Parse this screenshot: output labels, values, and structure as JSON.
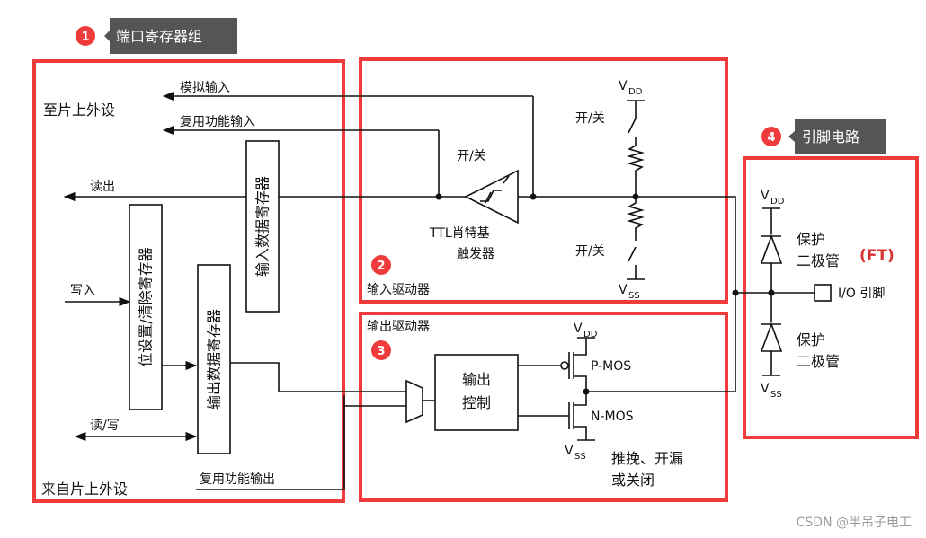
{
  "callouts": {
    "c1": {
      "num": "1",
      "label": "端口寄存器组"
    },
    "c2": {
      "num": "2"
    },
    "c3": {
      "num": "3"
    },
    "c4": {
      "num": "4",
      "label": "引脚电路"
    }
  },
  "labels": {
    "to_peripheral": "至片上外设",
    "analog_in": "模拟输入",
    "af_in": "复用功能输入",
    "read_out": "读出",
    "write_in": "写入",
    "read_write": "读/写",
    "from_peripheral": "来自片上外设",
    "af_out": "复用功能输出",
    "input_data_reg": "输入数据寄存器",
    "bit_set_reset_reg": "位设置/清除寄存器",
    "output_data_reg": "输出数据寄存器",
    "on_off_1": "开/关",
    "on_off_2": "开/关",
    "schmitt_1": "TTL肖特基",
    "schmitt_2": "触发器",
    "input_driver": "输入驱动器",
    "output_driver": "输出驱动器",
    "output_ctrl_1": "输出",
    "output_ctrl_2": "控制",
    "pmos": "P-MOS",
    "nmos": "N-MOS",
    "mode_1": "推挽、开漏",
    "mode_2": "或关闭",
    "protect_top_1": "保护",
    "protect_top_2": "二极管",
    "protect_bottom_1": "保护",
    "protect_bottom_2": "二极管",
    "ft": "(FT)",
    "io_pin": "I/O 引脚",
    "v_letter": "V",
    "dd": "DD",
    "ss": "SS"
  },
  "colors": {
    "highlight": "#ef3b3b",
    "badge": "#ef3b3b",
    "tooltip": "#555555",
    "ft": "#d93030"
  },
  "watermark": "CSDN @半吊子电工"
}
